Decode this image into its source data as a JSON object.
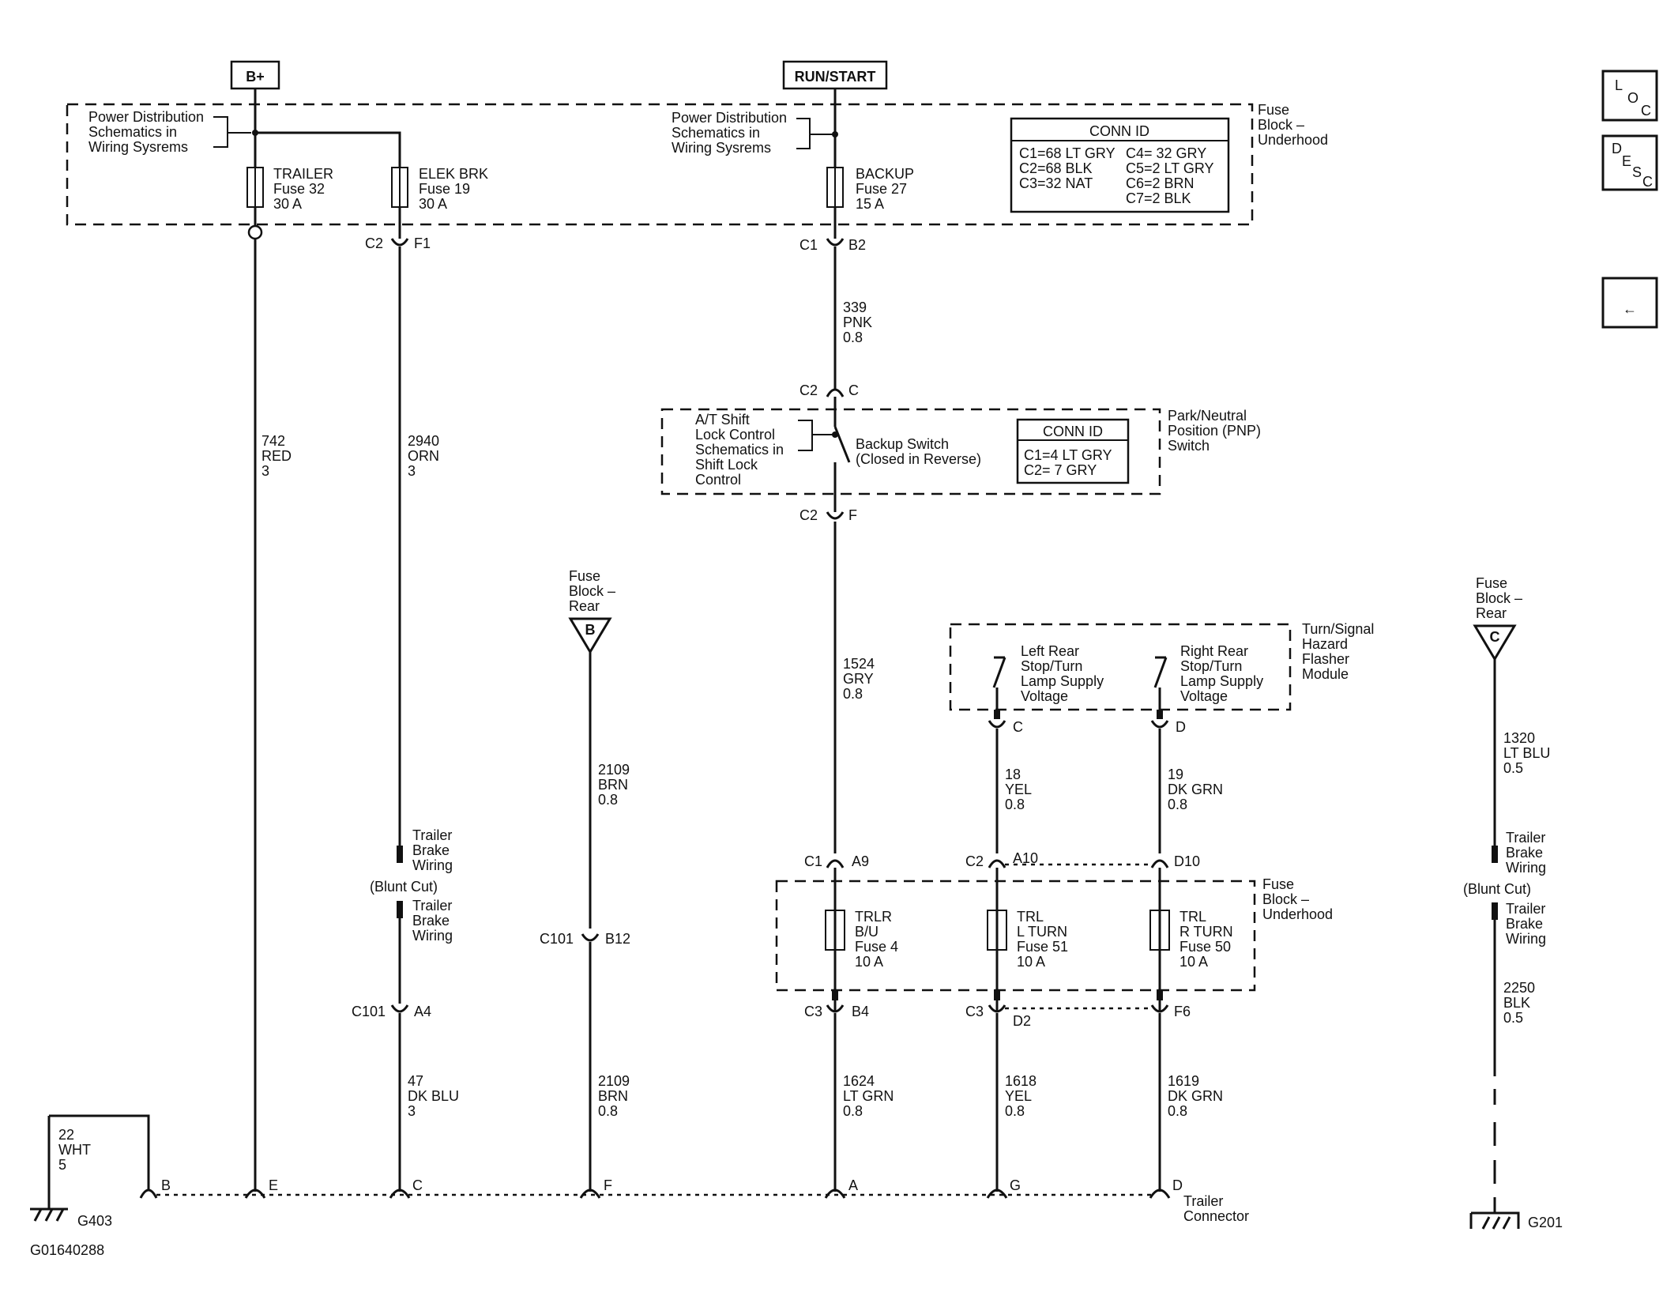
{
  "power_labels": {
    "bplus": "B+",
    "runstart": "RUN/START"
  },
  "power_dist": {
    "left": [
      "Power Distribution",
      "Schematics in",
      "Wiring Sysrems"
    ],
    "mid": [
      "Power Distribution",
      "Schematics in",
      "Wiring Sysrems"
    ]
  },
  "fuse_block_top": [
    "Fuse",
    "Block –",
    "Underhood"
  ],
  "fuses_top": {
    "trailer": [
      "TRAILER",
      "Fuse 32",
      "30 A"
    ],
    "elek": [
      "ELEK BRK",
      "Fuse 19",
      "30 A"
    ],
    "backup": [
      "BACKUP",
      "Fuse 27",
      "15 A"
    ]
  },
  "conn_id_top": {
    "title": "CONN ID",
    "rows": [
      [
        "C1=68 LT GRY",
        "C4= 32 GRY"
      ],
      [
        "C2=68 BLK",
        "C5=2 LT GRY"
      ],
      [
        "C3=32 NAT",
        "C6=2 BRN"
      ],
      [
        "",
        "C7=2 BLK"
      ]
    ]
  },
  "connectors": {
    "c2_f1": [
      "C2",
      "F1"
    ],
    "c1_b2": [
      "C1",
      "B2"
    ],
    "c2_c": [
      "C2",
      "C"
    ],
    "c2_f": [
      "C2",
      "F"
    ],
    "c101_b12": [
      "C101",
      "B12"
    ],
    "c101_a4": [
      "C101",
      "A4"
    ],
    "c1_a9": [
      "C1",
      "A9"
    ],
    "c2_a10": [
      "C2",
      "A10"
    ],
    "d10": "D10",
    "c3_b4": [
      "C3",
      "B4"
    ],
    "c3_d2": [
      "C3",
      "D2"
    ],
    "f6": "F6",
    "mod_c": "C",
    "mod_d": "D"
  },
  "wires": {
    "w339": [
      "339",
      "PNK",
      "0.8"
    ],
    "w742": [
      "742",
      "RED",
      "3"
    ],
    "w2940": [
      "2940",
      "ORN",
      "3"
    ],
    "w1524": [
      "1524",
      "GRY",
      "0.8"
    ],
    "w2109a": [
      "2109",
      "BRN",
      "0.8"
    ],
    "w2109b": [
      "2109",
      "BRN",
      "0.8"
    ],
    "w18": [
      "18",
      "YEL",
      "0.8"
    ],
    "w19": [
      "19",
      "DK GRN",
      "0.8"
    ],
    "w1320": [
      "1320",
      "LT BLU",
      "0.5"
    ],
    "w47": [
      "47",
      "DK BLU",
      "3"
    ],
    "w1624": [
      "1624",
      "LT GRN",
      "0.8"
    ],
    "w1618": [
      "1618",
      "YEL",
      "0.8"
    ],
    "w1619": [
      "1619",
      "DK GRN",
      "0.8"
    ],
    "w2250": [
      "2250",
      "BLK",
      "0.5"
    ],
    "w22": [
      "22",
      "WHT",
      "5"
    ]
  },
  "pnp": {
    "at_shift": [
      "A/T Shift",
      "Lock Control",
      "Schematics in",
      "Shift Lock",
      "Control"
    ],
    "backup_switch": [
      "Backup Switch",
      "(Closed in Reverse)"
    ],
    "title": [
      "Park/Neutral",
      "Position (PNP)",
      "Switch"
    ],
    "conn_title": "CONN ID",
    "conn_rows": [
      "C1=4 LT GRY",
      "C2= 7 GRY"
    ]
  },
  "fuse_block_rear_b": {
    "label": [
      "Fuse",
      "Block –",
      "Rear"
    ],
    "letter": "B"
  },
  "fuse_block_rear_c": {
    "label": [
      "Fuse",
      "Block –",
      "Rear"
    ],
    "letter": "C"
  },
  "flasher": {
    "title": [
      "Turn/Signal",
      "Hazard",
      "Flasher",
      "Module"
    ],
    "left": [
      "Left Rear",
      "Stop/Turn",
      "Lamp Supply",
      "Voltage"
    ],
    "right": [
      "Right Rear",
      "Stop/Turn",
      "Lamp Supply",
      "Voltage"
    ]
  },
  "trailer_brake": {
    "top": [
      "Trailer",
      "Brake",
      "Wiring"
    ],
    "blunt": "(Blunt Cut)",
    "bottom": [
      "Trailer",
      "Brake",
      "Wiring"
    ]
  },
  "trailer_brake_right": {
    "top": [
      "Trailer",
      "Brake",
      "Wiring"
    ],
    "blunt": "(Blunt Cut)",
    "bottom": [
      "Trailer",
      "Brake",
      "Wiring"
    ]
  },
  "fuses_bottom": {
    "trlr": [
      "TRLR",
      "B/U",
      "Fuse 4",
      "10 A"
    ],
    "trl_l": [
      "TRL",
      "L TURN",
      "Fuse 51",
      "10 A"
    ],
    "trl_r": [
      "TRL",
      "R TURN",
      "Fuse 50",
      "10 A"
    ]
  },
  "fuse_block_bottom": [
    "Fuse",
    "Block –",
    "Underhood"
  ],
  "trailer_connector": {
    "pins": [
      "B",
      "E",
      "C",
      "F",
      "A",
      "G",
      "D"
    ],
    "label": [
      "Trailer",
      "Connector"
    ]
  },
  "grounds": {
    "g403": "G403",
    "g201": "G201"
  },
  "figure_id": "G01640288",
  "nav": {
    "loc": [
      "L",
      "O",
      "C"
    ],
    "desc": [
      "D",
      "E",
      "S",
      "C"
    ],
    "back": "←"
  }
}
